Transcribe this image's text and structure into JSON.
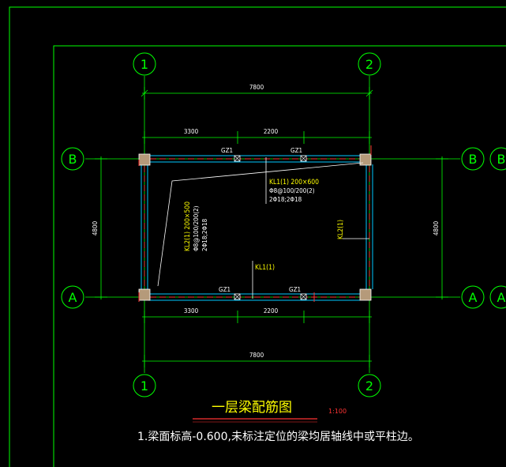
{
  "axes": {
    "col_1": "1",
    "col_2": "2",
    "row_A": "A",
    "row_B": "B"
  },
  "dimensions": {
    "overall_width": "7800",
    "span_left": "3300",
    "span_right": "2200",
    "height": "4800"
  },
  "columns": {
    "gz1": "GZ1"
  },
  "beams": {
    "kl1_top": {
      "name": "KL1(1) 200×600",
      "stirrup": "Φ8@100/200(2)",
      "rebar": "2Φ18;2Φ18"
    },
    "kl2_left": {
      "name": "KL2(1) 200×500",
      "stirrup": "Φ8@100/200(2)",
      "rebar": "2Φ18;2Φ18"
    },
    "kl2_right": {
      "name": "KL2(1)"
    },
    "kl1_bottom": {
      "name": "KL1(1)"
    }
  },
  "drawing": {
    "title": "一层梁配筋图",
    "scale": "1:100",
    "note": "1.梁面标高-0.600,未标注定位的梁均居轴线中或平柱边。"
  },
  "colors": {
    "background": "#000000",
    "axis": "#00ff00",
    "beam": "#00c8ff",
    "label": "#ffff00",
    "text": "#ffffff",
    "accent": "#ff3333"
  }
}
